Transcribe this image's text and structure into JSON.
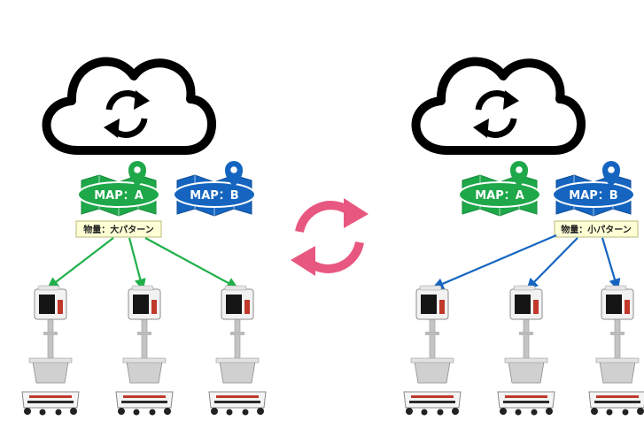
{
  "left_scene": {
    "map_a_label": "MAP：A",
    "map_b_label": "MAP：B",
    "volume_label": "物量：大パターン"
  },
  "right_scene": {
    "map_a_label": "MAP：A",
    "map_b_label": "MAP：B",
    "volume_label": "物量：小パターン"
  },
  "colors": {
    "map_a": "#1fa84a",
    "map_b": "#1565c0",
    "arrow_left": "#1fb04a",
    "arrow_right": "#1565c0",
    "switch_icon": "#e8577f",
    "label_box_bg": "#ffffd6",
    "label_box_border": "#b8b878"
  },
  "icons": {
    "cloud": "cloud-sync-icon",
    "switch": "switch-arrows-icon",
    "robot": "delivery-robot-icon",
    "map": "map-pin-icon"
  }
}
